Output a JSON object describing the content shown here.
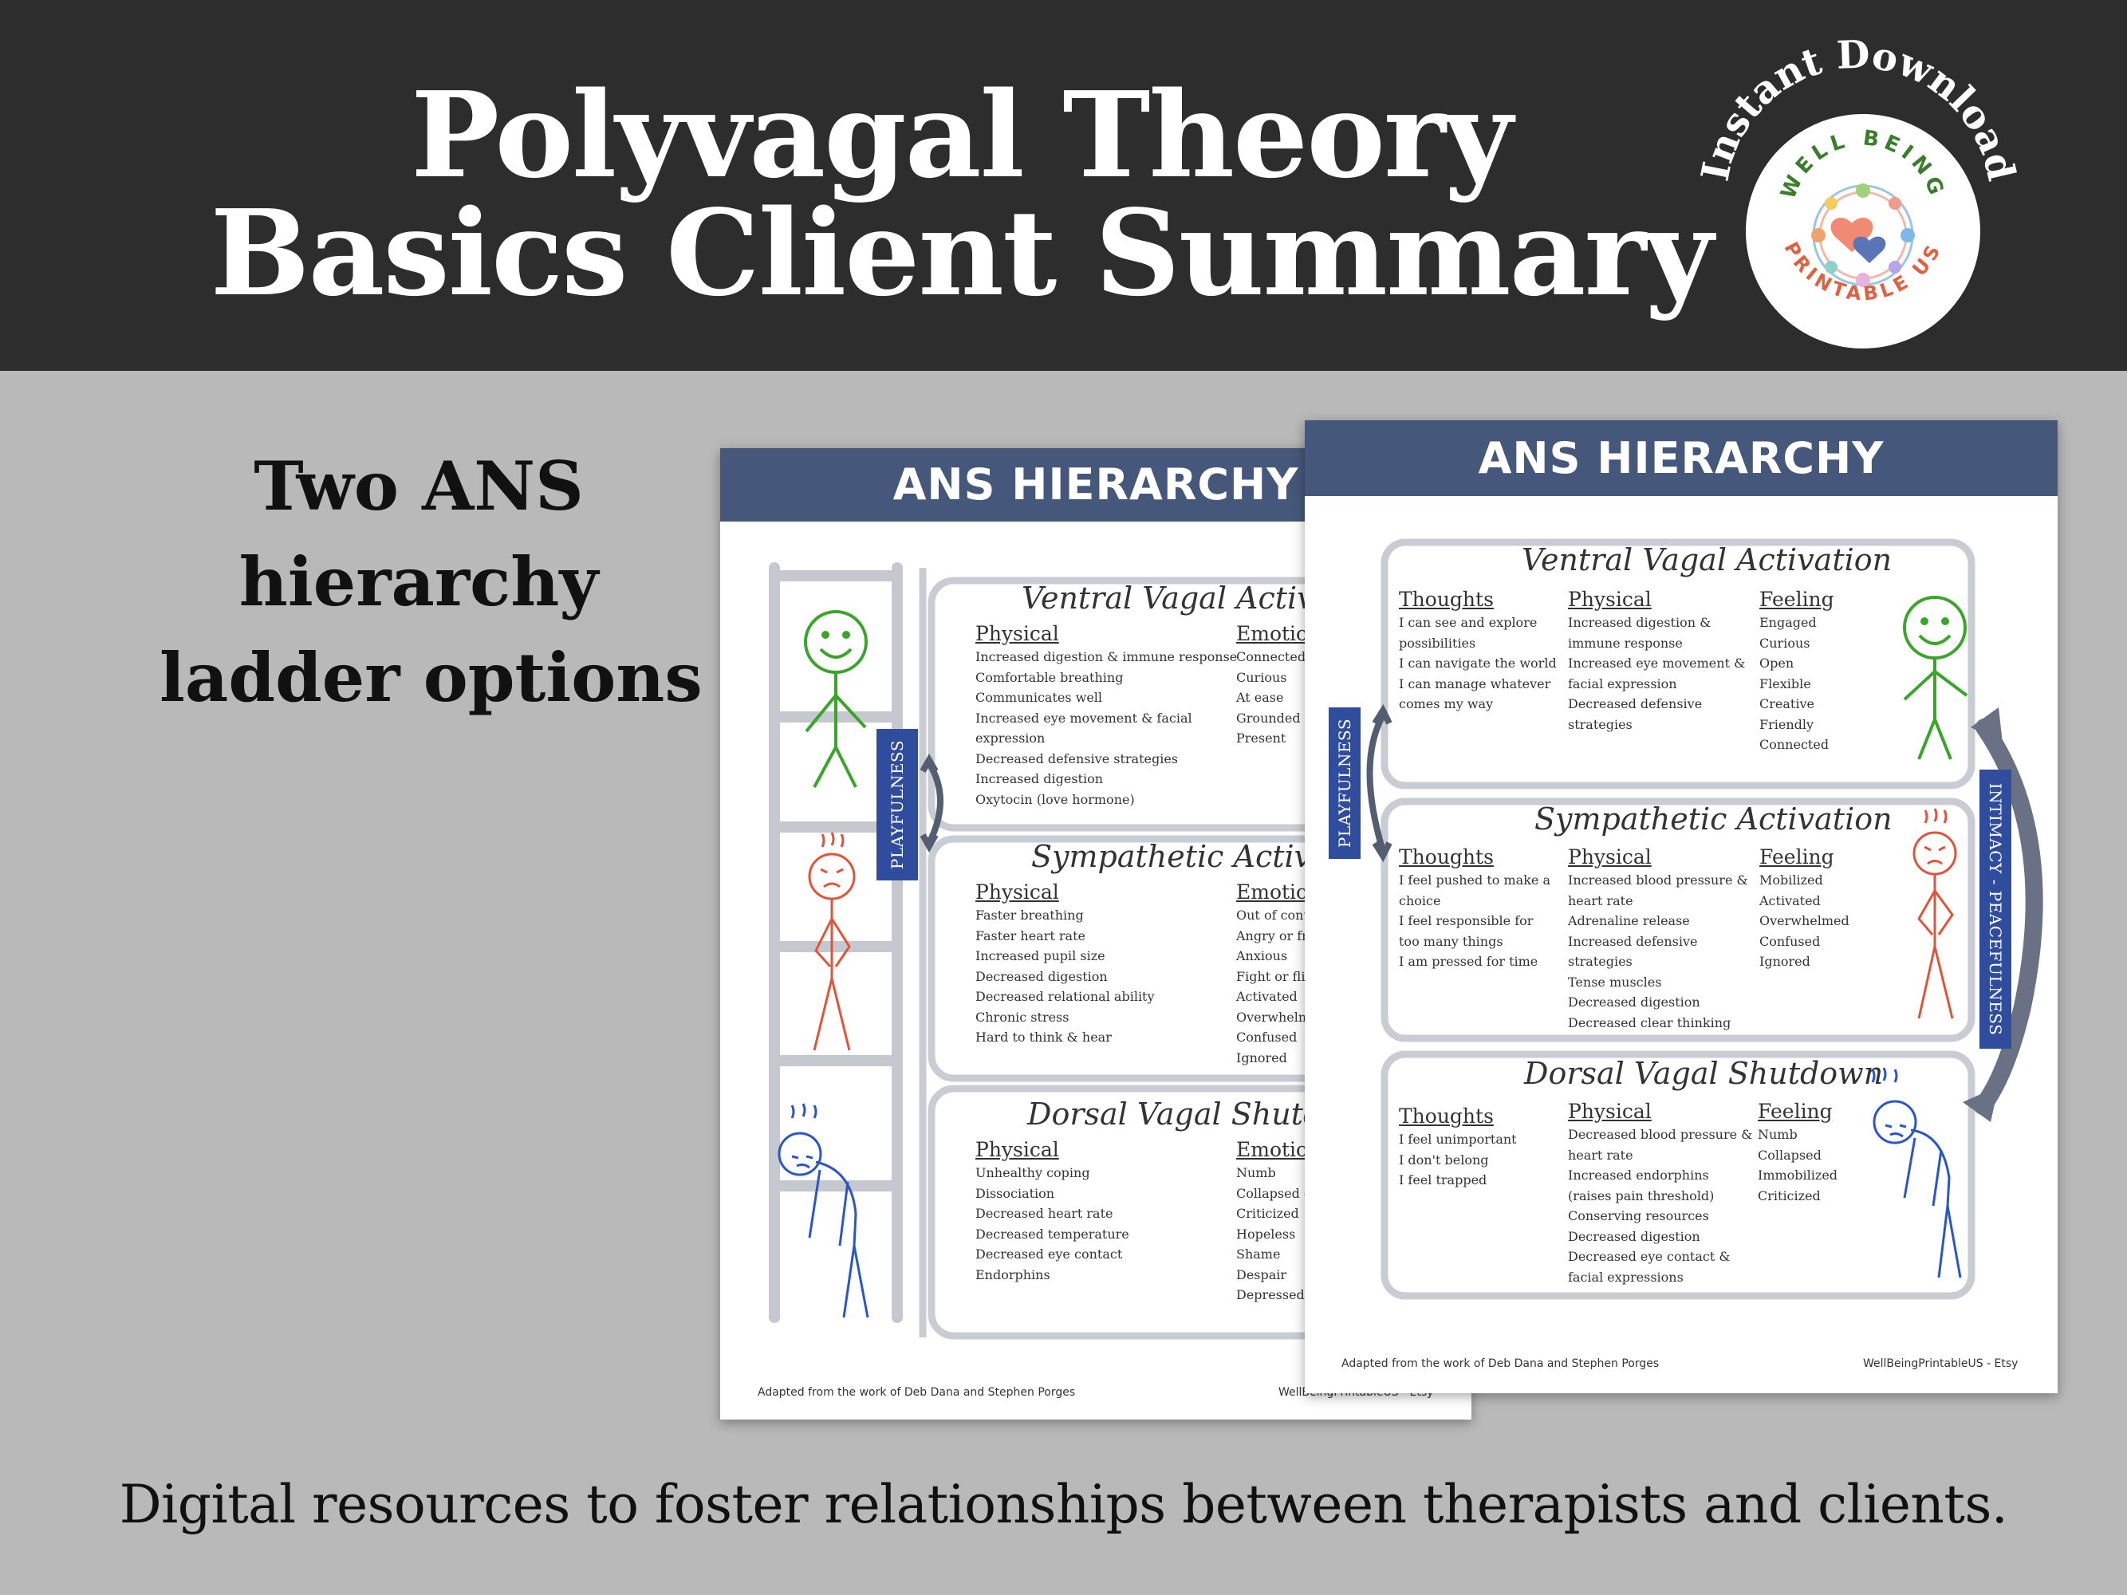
{
  "title": {
    "line1": "Polyvagal Theory",
    "line2": "Basics Client Summary"
  },
  "badge": {
    "arc_text": "Instant Download",
    "ring_top": "WELL BEING",
    "ring_bottom": "PRINTABLE US"
  },
  "caption": {
    "line1": "Two ANS",
    "line2": "hierarchy",
    "line3": "ladder options"
  },
  "tagline": "Digital resources to foster relationships between therapists and clients.",
  "sheet_a": {
    "header": "ANS HIERARCHY",
    "side_label": "PLAYFULNESS",
    "footer_left": "Adapted from the work of Deb Dana and Stephen Porges",
    "footer_right": "WellBeingPrintableUS - Etsy",
    "zones": [
      {
        "title": "Ventral Vagal Activat",
        "physical_head": "Physical",
        "emotion_head": "Emotio",
        "physical": [
          "Increased digestion & immune response",
          "Comfortable breathing",
          "Communicates well",
          "Increased eye movement & facial",
          "expression",
          "Decreased defensive strategies",
          "Increased digestion",
          "Oxytocin (love hormone)"
        ],
        "emotion": [
          "Connected",
          "Curious",
          "At ease",
          "Grounded",
          "Present"
        ]
      },
      {
        "title": "Sympathetic Activati",
        "physical_head": "Physical",
        "emotion_head": "Emotio",
        "physical": [
          "Faster breathing",
          "Faster heart rate",
          "Increased pupil size",
          "Decreased digestion",
          "Decreased relational ability",
          "Chronic stress",
          "Hard to think & hear"
        ],
        "emotion": [
          "Out of cont",
          "Angry or fr",
          "Anxious",
          "Fight or flig",
          "Activated",
          "Overwhelm",
          "Confused",
          "Ignored"
        ]
      },
      {
        "title": "Dorsal Vagal Shutdo",
        "physical_head": "Physical",
        "emotion_head": "Emotio",
        "physical": [
          "Unhealthy coping",
          "Dissociation",
          "Decreased heart rate",
          "Decreased temperature",
          "Decreased eye contact",
          "Endorphins"
        ],
        "emotion": [
          "Numb",
          "Collapsed c",
          "Criticized",
          "Hopeless",
          "Shame",
          "Despair",
          "Depressed"
        ]
      }
    ]
  },
  "sheet_b": {
    "header": "ANS HIERARCHY",
    "left_label": "PLAYFULNESS",
    "right_label": "INTIMACY - PEACEFULNESS",
    "footer_left": "Adapted from the work of Deb Dana and Stephen Porges",
    "footer_right": "WellBeingPrintableUS - Etsy",
    "zones": [
      {
        "title": "Ventral Vagal Activation",
        "thoughts_head": "Thoughts",
        "physical_head": "Physical",
        "feeling_head": "Feeling",
        "thoughts": [
          "I can see and explore",
          "possibilities",
          "I can navigate the world",
          "I can manage whatever",
          "comes my way"
        ],
        "physical": [
          "Increased digestion &",
          "immune response",
          "Increased eye movement &",
          "facial expression",
          "Decreased defensive",
          "strategies"
        ],
        "feeling": [
          "Engaged",
          "Curious",
          "Open",
          "Flexible",
          "Creative",
          "Friendly",
          "Connected"
        ]
      },
      {
        "title": "Sympathetic Activation",
        "thoughts_head": "Thoughts",
        "physical_head": "Physical",
        "feeling_head": "Feeling",
        "thoughts": [
          "I feel pushed to make a",
          "choice",
          "I feel responsible for",
          "too many things",
          "I am pressed for time"
        ],
        "physical": [
          "Increased blood pressure &",
          "heart rate",
          "Adrenaline release",
          "Increased defensive",
          "strategies",
          "Tense muscles",
          "Decreased digestion",
          "Decreased clear thinking"
        ],
        "feeling": [
          "Mobilized",
          "Activated",
          "Overwhelmed",
          "Confused",
          "Ignored"
        ]
      },
      {
        "title": "Dorsal Vagal Shutdown",
        "thoughts_head": "Thoughts",
        "physical_head": "Physical",
        "feeling_head": "Feeling",
        "thoughts": [
          "I feel unimportant",
          "I don't belong",
          "I feel trapped"
        ],
        "physical": [
          "Decreased blood pressure &",
          "heart rate",
          "Increased endorphins",
          "(raises pain threshold)",
          "Conserving resources",
          "Decreased digestion",
          "Decreased eye contact &",
          "facial expressions"
        ],
        "feeling": [
          "Numb",
          "Collapsed",
          "Immobilized",
          "Criticized"
        ]
      }
    ]
  },
  "colors": {
    "banner": "#2d2d2d",
    "background": "#b9b9b9",
    "sheet_header": "#45577a",
    "label_box": "#2f4d9c",
    "ventral_figure": "#3aa52a",
    "sympathetic_figure": "#e0553a",
    "dorsal_figure": "#2b56c9",
    "zone_border": "#c9ccd3"
  },
  "icons": [
    "badge-logo-icon",
    "green-smiling-figure-icon",
    "red-angry-figure-icon",
    "blue-collapsed-figure-icon",
    "ladder-icon",
    "curved-arrow-icon"
  ]
}
